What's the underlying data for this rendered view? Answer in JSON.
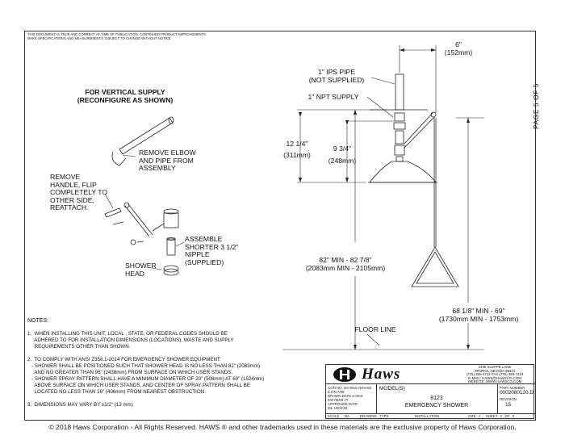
{
  "disclaimer": "THIS DOCUMENT IS TRUE AND CORRECT AT TIME OF PUBLICATION. CONTINUED PRODUCT IMPROVEMENTS MAKE SPECIFICATIONS AND MEASUREMENTS SUBJECT TO CHANGE WITHOUT NOTICE",
  "page_label": "PAGE 5 OF 5",
  "vertical_supply": {
    "line1": "FOR VERTICAL SUPPLY",
    "line2": "(RECONFIGURE AS SHOWN)"
  },
  "callouts": {
    "remove_elbow": [
      "REMOVE ELBOW",
      "AND PIPE FROM",
      "ASSEMBLY"
    ],
    "remove_handle": [
      "REMOVE",
      "HANDLE, FLIP",
      "COMPLETELY TO",
      "OTHER SIDE,",
      "REATTACH."
    ],
    "assemble": [
      "ASSEMBLE",
      "SHORTER 3 1/2\"",
      "NIPPLE",
      "(SUPPLIED)"
    ],
    "shower_head": [
      "SHOWER",
      "HEAD"
    ]
  },
  "dimensions": {
    "six_in": "6\"",
    "six_mm": "(152mm)",
    "ips_pipe": "1\" IPS PIPE",
    "ips_note": "(NOT SUPPLIED)",
    "npt_supply": "1\" NPT SUPPLY",
    "twelve_in": "12 1/4\"",
    "twelve_mm": "(311mm)",
    "nine_in": "9 3/4\"",
    "nine_mm": "(248mm)",
    "height_in": "82\" MIN - 82 7/8\"",
    "height_mm": "(2083mm MIN - 2105mm)",
    "handle_in": "68 1/8\" MIN - 69\"",
    "handle_mm": "(1730mm MIN - 1753mm)",
    "floor_line": "FLOOR LINE"
  },
  "notes": {
    "title": "NOTES:",
    "items": [
      "1.  WHEN INSTALLING THIS UNIT, LOCAL , STATE, OR FEDERAL CODES SHOULD BE",
      "     ADHERED TO FOR INSTALLATION DIMENSIONS (LOCATIONS), WASTE AND SUPPLY",
      "     REQUIREMENTS OTHER THAN SHOWN.",
      "",
      "2.  TO COMPLY WITH ANSI Z358.1-2014 FOR EMERGENCY SHOWER EQUIPMENT:",
      "   - SHOWER SHALL BE POSITIONED SUCH THAT SHOWER HEAD IS NO LESS THAN 82\" (2083mm)",
      "     AND NO GREATER THAN 96\" (2438mm) FROM SURFACE ON WHICH USER STANDS.",
      "   - SHOWER SPRAY PATTERN SHALL HAVE A MINIMUM DIAMETER OF 20\" (508mm) AT 60\" (1524mm)",
      "     ABOVE SURFACE ON WHICH USER STANDS, AND CENTER OF SPRAY PATTERN SHALL BE",
      "     LOCATED NO LESS THAN 16\" (406mm) FROM NEAREST OBSTRUCTION.",
      "",
      "3.  DIMENSIONS MAY VARY BY ±1/2\" (13 mm)"
    ]
  },
  "title_block": {
    "brand": "Haws",
    "address": [
      "1455 KLEPPE LANE",
      "SPARKS, NEVADA  89431",
      "(775) 359-4712  FAX (775) 359-7424",
      "E-MAIL: HAWS@HAWSCO.COM",
      "WEBSITE: WWW.HAWSCO.COM"
    ],
    "model_label": "MODEL(S)",
    "model": "8123",
    "description": "EMERGENCY SHOWER",
    "part_number_label": "PART NUMBER",
    "part_number": "0002080120.D",
    "revision_label": "REVISION",
    "revision": "15",
    "small_rows": [
      "CON NO. 8G-9031 REVISE",
      "E.ON  7/08",
      "DRAWN",
      "DATE",
      "CHK'D",
      "KW",
      "08/09",
      "JT",
      "APPROVED",
      "DATE",
      "ML",
      "10/02/18"
    ],
    "bottom_row": [
      "SCALE",
      "NA",
      "DRAWING TYPE",
      "INSTALLATION",
      "SIZE",
      "A",
      "SHEET",
      "2",
      "OF",
      "2"
    ]
  },
  "footer": "© 2018 Haws Corporation - All Rights Reserved.   HAWS ® and other trademarks used in these materials are the exclusive property of Haws Corporation.",
  "colors": {
    "line": "#222222",
    "paper": "#ffffff"
  }
}
